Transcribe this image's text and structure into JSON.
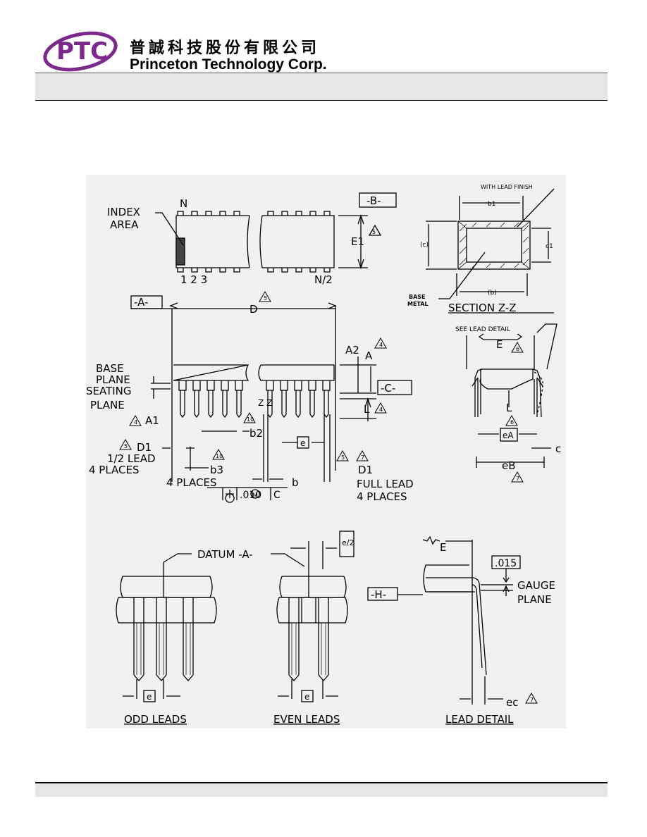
{
  "header": {
    "logo_text": "PTC",
    "company_cn": "普誠科技股份有限公司",
    "company_en": "Princeton Technology Corp."
  },
  "figure": {
    "top_view": {
      "index_area_1": "INDEX",
      "index_area_2": "AREA",
      "pin_n": "N",
      "pins_123": "1 2 3",
      "pin_n2": "N/2",
      "datum_b": "-B-",
      "dim_e1": "E1",
      "note5": "5"
    },
    "section": {
      "with_lead_finish": "WITH LEAD FINISH",
      "b1": "b1",
      "c_paren": "(c)",
      "c1": "c1",
      "b_paren": "(b)",
      "base_metal_1": "BASE",
      "base_metal_2": "METAL",
      "title": "SECTION Z-Z"
    },
    "side_view": {
      "datum_a": "-A-",
      "dim_d": "D",
      "note5": "5",
      "base_plane_1": "BASE",
      "base_plane_2": "PLANE",
      "seating_plane_1": "SEATING",
      "seating_plane_2": "PLANE",
      "dim_a1": "A1",
      "note4": "4",
      "dim_a2": "A2",
      "dim_a": "A",
      "datum_c": "-C-",
      "dim_l": "L",
      "zz": "Z Z",
      "note10": "10",
      "dim_b2": "b2",
      "e_box": "e",
      "d1_left": "D1",
      "half_lead": "1/2 LEAD",
      "four_places_1": "4 PLACES",
      "dim_b3": "b3",
      "four_places_2": "4 PLACES",
      "dim_b": "b",
      "tolerance_value": ".010",
      "tolerance_m": "M",
      "tolerance_c": "C",
      "note7": "7",
      "d1_right": "D1",
      "full_lead": "FULL LEAD",
      "four_places_3": "4 PLACES"
    },
    "end_view": {
      "see_lead_detail": "SEE LEAD DETAIL",
      "dim_e": "E",
      "note6": "6",
      "dim_ea": "eA",
      "dim_c": "c",
      "dim_eb": "eB",
      "note7": "7"
    },
    "lead_views": {
      "datum": "DATUM -A-",
      "e_over_2": "e/2",
      "e_box": "e",
      "odd": "ODD LEADS",
      "even": "EVEN LEADS",
      "detail_e": "E",
      "gauge_value": ".015",
      "gauge_1": "GAUGE",
      "gauge_2": "PLANE",
      "datum_h": "-H-",
      "ec": "ec",
      "note7": "7",
      "detail_title": "LEAD DETAIL"
    }
  },
  "colors": {
    "logo_purple": "#7b2a8c",
    "band_gray": "#e6e6e6"
  }
}
